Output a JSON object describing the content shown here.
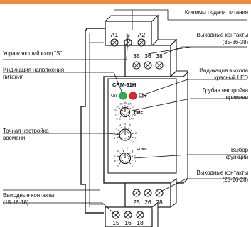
{
  "accent_color": "#f08a3c",
  "led_colors": {
    "power": "#2bb34a",
    "output": "#e3232b"
  },
  "callouts": {
    "power_terminals": "Клеммы подачи питания",
    "output_contacts_35": [
      "Выходные контакты",
      "(35-36-38)"
    ],
    "control_input": "Управляющий вход \"S\"",
    "power_indication": [
      "Индикация напряжения",
      "питания"
    ],
    "output_indication": [
      "Индикация выхода",
      "красный LED"
    ],
    "coarse_setting": [
      "Грубая настройка",
      "времени"
    ],
    "fine_setting": [
      "Точная настройка",
      "времени"
    ],
    "function_select": [
      "Выбор",
      "функции"
    ],
    "output_contacts_25": [
      "Выходные контакты",
      "(25-26-28)"
    ],
    "output_contacts_15": [
      "Выходные контакты",
      "(15-16-18)"
    ]
  },
  "device": {
    "model": "CRM-91H",
    "un_label": "Un",
    "time_label": "TIME",
    "func_label": "FUNC",
    "top_terminals": [
      "A1",
      "S",
      "A2"
    ],
    "upper_terminals": [
      "35",
      "36",
      "38"
    ],
    "lower_terminals": [
      "25",
      "26",
      "28"
    ],
    "bottom_terminals": [
      "15",
      "16",
      "18"
    ],
    "range_scale": [
      "0.1s",
      "1s",
      "10s",
      "1m",
      "10m",
      "1h",
      "10h",
      "1d",
      "10d",
      "ON",
      "OFF"
    ],
    "fine_scale": [
      "0",
      "1",
      "2",
      "3",
      "4",
      "5",
      "6",
      "7",
      "8",
      "9",
      "10"
    ],
    "func_scale": [
      "a",
      "b",
      "c",
      "d",
      "e",
      "f",
      "g",
      "h",
      "i",
      "j"
    ]
  }
}
